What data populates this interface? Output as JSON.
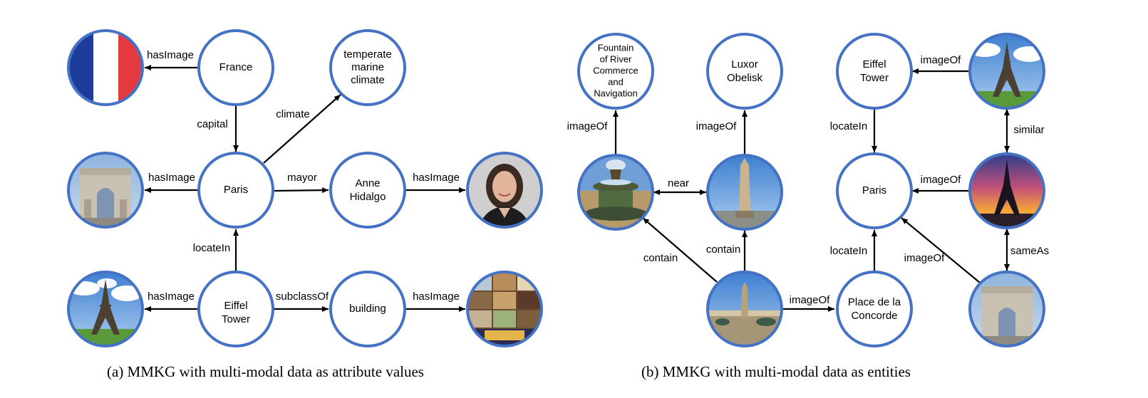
{
  "colors": {
    "node_stroke": "#4472C4",
    "edge": "#000000",
    "text": "#000000"
  },
  "caption_a": "(a) MMKG with multi-modal data as attribute values",
  "caption_b": "(b) MMKG with multi-modal data as entities",
  "diagram_a": {
    "nodes": {
      "france": "France",
      "climate_value": [
        "temperate",
        "marine",
        "climate"
      ],
      "paris": "Paris",
      "anne": [
        "Anne",
        "Hidalgo"
      ],
      "eiffel": [
        "Eiffel",
        "Tower"
      ],
      "building": "building"
    },
    "images": {
      "flag": "french-flag-image",
      "arc": "arc-de-triomphe-image",
      "portrait": "anne-hidalgo-portrait-image",
      "eiffel_photo": "eiffel-tower-photo-image",
      "buildings": "building-collage-image"
    },
    "edges": {
      "france_flag": "hasImage",
      "france_paris": "capital",
      "paris_climate": "climate",
      "paris_arc": "hasImage",
      "paris_anne": "mayor",
      "anne_portrait": "hasImage",
      "eiffel_paris": "locateIn",
      "eiffel_photo": "hasImage",
      "eiffel_building": "subclassOf",
      "building_collage": "hasImage"
    }
  },
  "diagram_b": {
    "nodes": {
      "fountain": [
        "Fountain",
        "of River",
        "Commerce",
        "and",
        "Navigation"
      ],
      "luxor": [
        "Luxor",
        "Obelisk"
      ],
      "eiffel": [
        "Eiffel",
        "Tower"
      ],
      "paris": "Paris",
      "concorde": [
        "Place de la",
        "Concorde"
      ]
    },
    "images": {
      "fountain_img": "fountain-photo-image",
      "obelisk_img": "obelisk-photo-image",
      "concorde_img": "concorde-square-photo-image",
      "eiffel_day": "eiffel-tower-day-image",
      "eiffel_sunset": "eiffel-tower-sunset-image",
      "arc_img": "arc-de-triomphe-image"
    },
    "edges": {
      "fountain_img_to_node": "imageOf",
      "obelisk_img_to_node": "imageOf",
      "near": "near",
      "concorde_contain_fountain": "contain",
      "concorde_contain_obelisk": "contain",
      "concorde_img_to_node": "imageOf",
      "eiffel_day_to_node": "imageOf",
      "similar": "similar",
      "eiffel_locate": "locateIn",
      "sunset_to_paris": "imageOf",
      "sameas": "sameAs",
      "concorde_locate": "locateIn",
      "arc_to_paris": "imageOf"
    }
  }
}
